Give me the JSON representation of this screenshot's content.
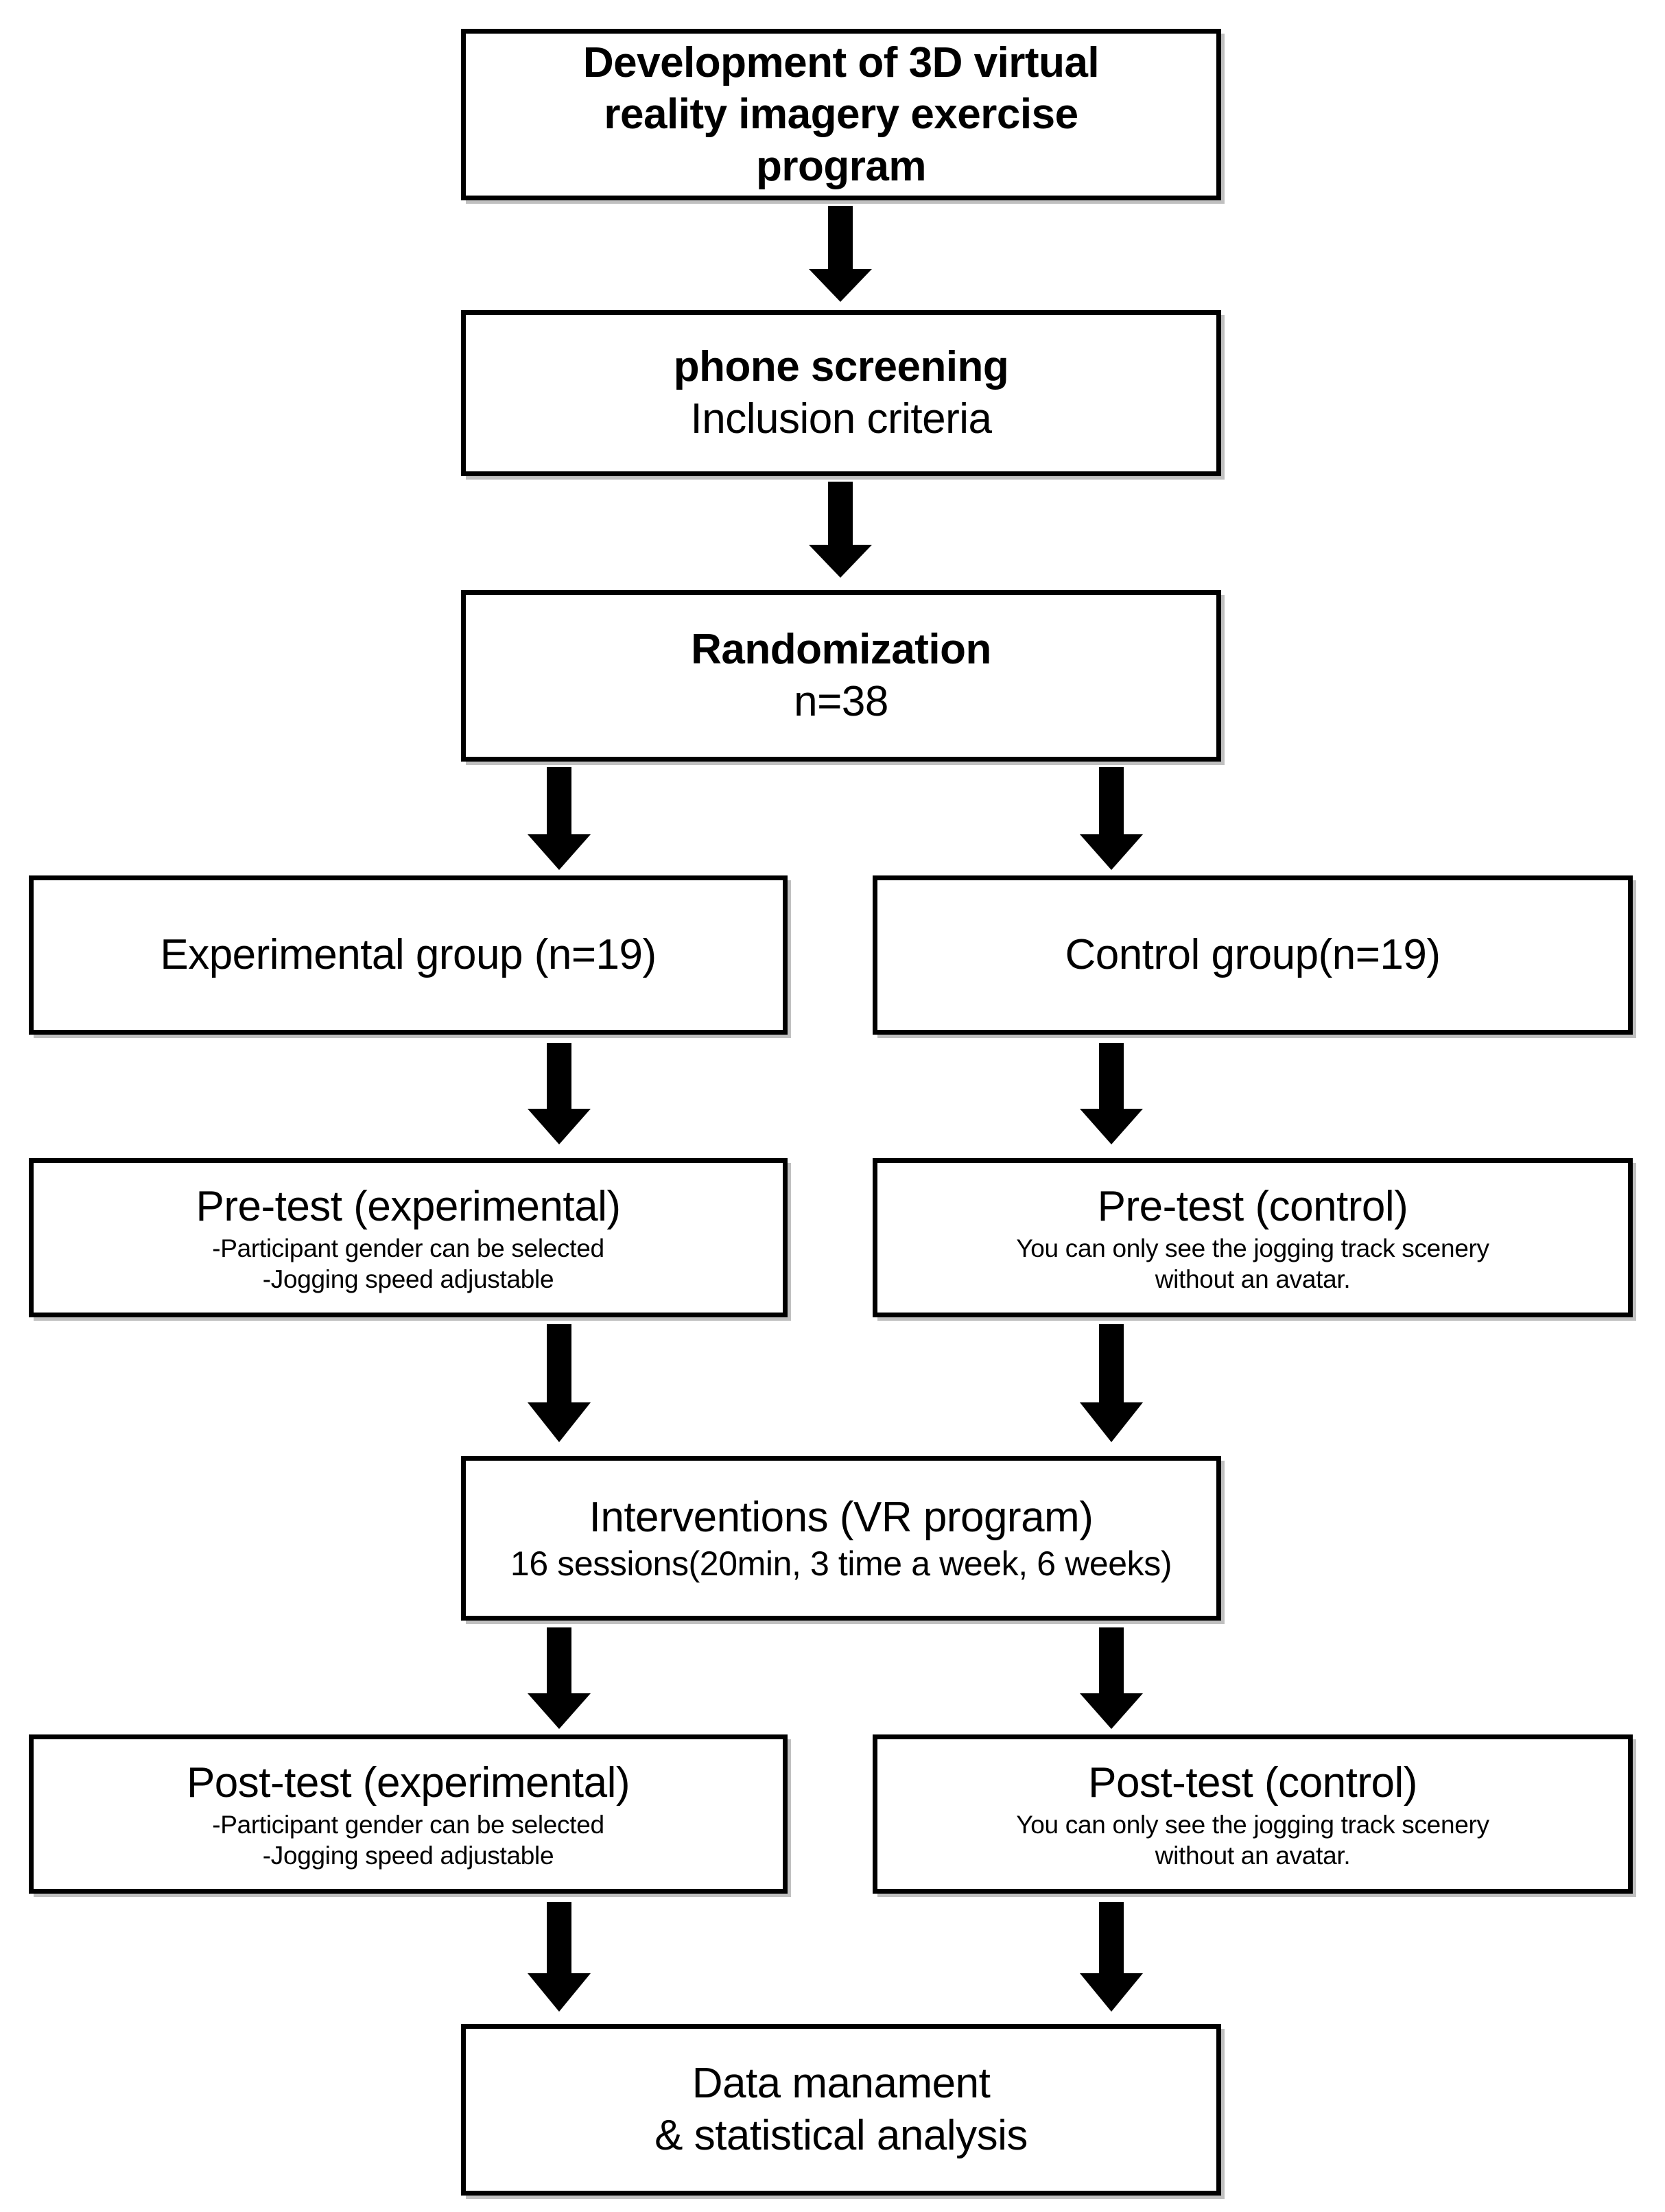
{
  "diagram": {
    "type": "study-flowchart",
    "title_implied": "Development of 3D virtual reality imagery exercise program study flow",
    "nodes": [
      {
        "id": "development",
        "lines": [
          {
            "text": "Development of 3D virtual",
            "style": "title-bold"
          },
          {
            "text": "reality imagery exercise",
            "style": "title-bold"
          },
          {
            "text": "program",
            "style": "title-bold"
          }
        ]
      },
      {
        "id": "phone-screening",
        "lines": [
          {
            "text": "phone screening",
            "style": "title-bold"
          },
          {
            "text": "Inclusion criteria",
            "style": "title-reg"
          }
        ]
      },
      {
        "id": "randomization",
        "lines": [
          {
            "text": "Randomization",
            "style": "title-bold"
          },
          {
            "text": "n=38",
            "style": "title-reg"
          }
        ]
      },
      {
        "id": "experimental-group",
        "lines": [
          {
            "text": "Experimental group (n=19)",
            "style": "title-reg"
          }
        ]
      },
      {
        "id": "control-group",
        "lines": [
          {
            "text": "Control group(n=19)",
            "style": "title-reg"
          }
        ]
      },
      {
        "id": "pretest-experimental",
        "lines": [
          {
            "text": "Pre-test (experimental)",
            "style": "title-reg"
          },
          {
            "text": "-Participant gender can be selected",
            "style": "sub-small"
          },
          {
            "text": "-Jogging speed adjustable",
            "style": "sub-small"
          }
        ]
      },
      {
        "id": "pretest-control",
        "lines": [
          {
            "text": "Pre-test (control)",
            "style": "title-reg"
          },
          {
            "text": "You can only see the jogging track scenery",
            "style": "sub-small"
          },
          {
            "text": "without an avatar.",
            "style": "sub-small"
          }
        ]
      },
      {
        "id": "interventions",
        "lines": [
          {
            "text": "Interventions (VR program)",
            "style": "title-reg"
          },
          {
            "text": "16 sessions(20min, 3 time a week, 6 weeks)",
            "style": "sub-reg"
          }
        ]
      },
      {
        "id": "posttest-experimental",
        "lines": [
          {
            "text": "Post-test (experimental)",
            "style": "title-reg"
          },
          {
            "text": "-Participant gender can be selected",
            "style": "sub-small"
          },
          {
            "text": "-Jogging speed adjustable",
            "style": "sub-small"
          }
        ]
      },
      {
        "id": "posttest-control",
        "lines": [
          {
            "text": "Post-test (control)",
            "style": "title-reg"
          },
          {
            "text": "You can only see the jogging track scenery",
            "style": "sub-small"
          },
          {
            "text": "without an avatar.",
            "style": "sub-small"
          }
        ]
      },
      {
        "id": "data-analysis",
        "lines": [
          {
            "text": "Data manament",
            "style": "title-reg"
          },
          {
            "text": "& statistical analysis",
            "style": "title-reg"
          }
        ]
      }
    ],
    "arrows": [
      {
        "id": "arrow-development-to-screening",
        "direction": "down"
      },
      {
        "id": "arrow-screening-to-randomization",
        "direction": "down"
      },
      {
        "id": "arrow-randomization-to-experimental",
        "direction": "down"
      },
      {
        "id": "arrow-randomization-to-control",
        "direction": "down"
      },
      {
        "id": "arrow-experimental-to-pretest",
        "direction": "down"
      },
      {
        "id": "arrow-control-to-pretest",
        "direction": "down"
      },
      {
        "id": "arrow-pretest-exp-to-interventions",
        "direction": "down"
      },
      {
        "id": "arrow-pretest-ctl-to-interventions",
        "direction": "down"
      },
      {
        "id": "arrow-interventions-to-posttest-exp",
        "direction": "down"
      },
      {
        "id": "arrow-interventions-to-posttest-ctl",
        "direction": "down"
      },
      {
        "id": "arrow-posttest-exp-to-data",
        "direction": "down"
      },
      {
        "id": "arrow-posttest-ctl-to-data",
        "direction": "down"
      }
    ],
    "colors": {
      "stroke": "#000000",
      "fill": "#ffffff",
      "text": "#000000",
      "shadow": "#8c8c8c"
    }
  }
}
